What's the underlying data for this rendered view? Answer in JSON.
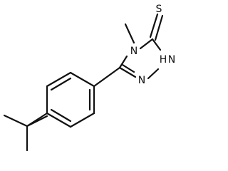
{
  "structure": {
    "atoms": {
      "sulfur": "S",
      "n4": "N",
      "n1h": "H",
      "n1h_n": "N",
      "n2": "N"
    },
    "colors": {
      "bond": "#111111",
      "text": "#111111",
      "background": "#ffffff"
    }
  }
}
